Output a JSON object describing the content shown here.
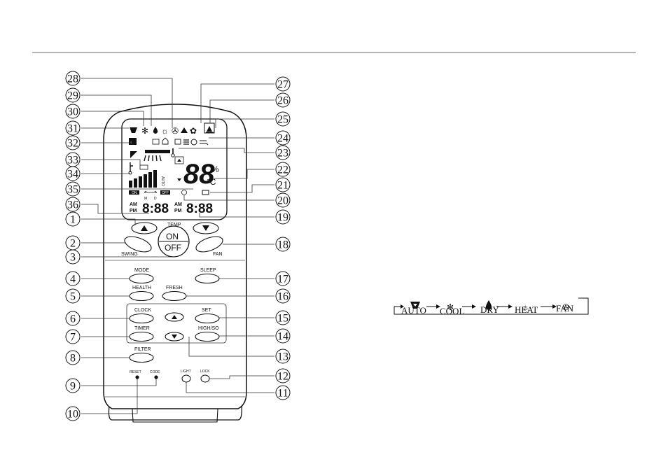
{
  "remote": {
    "temp_label": "TEMP",
    "on_label": "ON",
    "off_label": "OFF",
    "swing_label": "SWING",
    "fan_label": "FAN",
    "mode_label": "MODE",
    "sleep_label": "SLEEP",
    "health_label": "HEALTH",
    "fresh_label": "FRESH",
    "clock_label": "CLOCK",
    "set_label": "SET",
    "timer_label": "TIMER",
    "highso_label": "HIGH/SO",
    "filter_label": "FILTER",
    "reset_label": "RESET",
    "code_label": "CODE",
    "light_label": "LIGHT",
    "lock_label": "LOCK"
  },
  "lcd": {
    "temp_digits": "88",
    "time_left": "8:88",
    "time_right": "8:88",
    "am": "AM",
    "pm": "PM",
    "auto_vertical": "AUTO",
    "on_tag": "ON",
    "off_tag": "OFF",
    "m_tag": "M",
    "d_tag": "D",
    "deg_c": "°C",
    "percent": "%"
  },
  "callouts_left": [
    "28",
    "29",
    "30",
    "31",
    "32",
    "33",
    "34",
    "35",
    "36",
    "1",
    "2",
    "3",
    "4",
    "5",
    "6",
    "7",
    "8",
    "9",
    "10"
  ],
  "callouts_right": [
    "27",
    "26",
    "25",
    "24",
    "23",
    "22",
    "21",
    "20",
    "19",
    "18",
    "17",
    "16",
    "15",
    "14",
    "13",
    "12",
    "11"
  ],
  "mode_sequence": [
    "AUTO",
    "COOL",
    "DRY",
    "HEAT",
    "FAN"
  ],
  "mode_icons": [
    "auto-icon",
    "cool-icon",
    "dry-icon",
    "heat-icon",
    "fan-icon"
  ]
}
